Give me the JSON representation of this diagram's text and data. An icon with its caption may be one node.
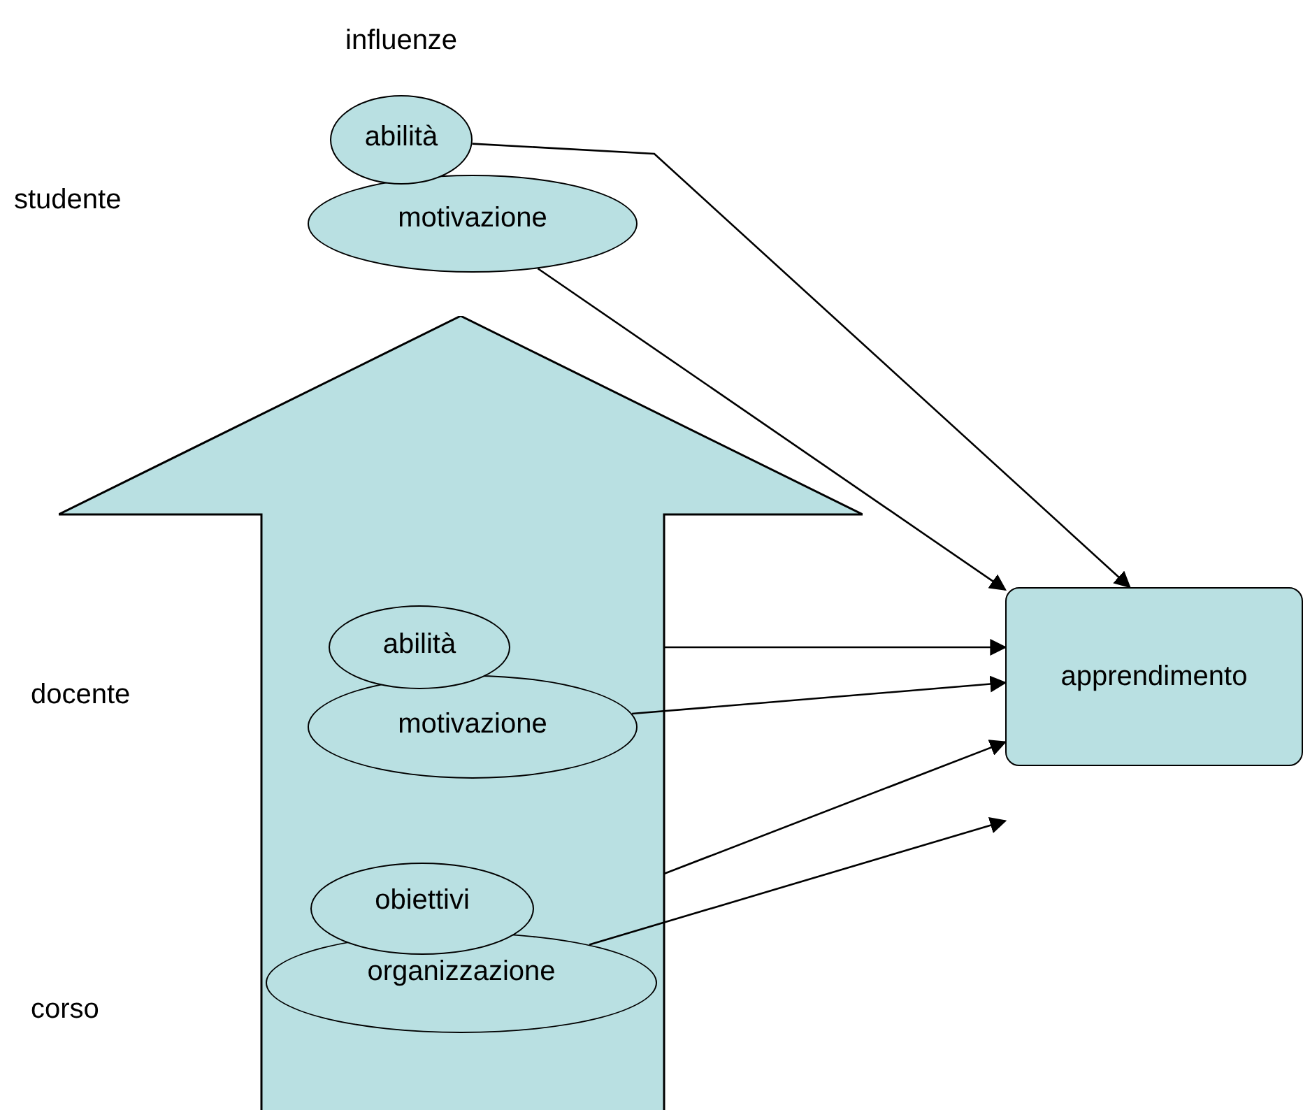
{
  "diagram": {
    "nodes": [
      {
        "text": [
          "abilità"
        ]
      },
      {
        "text": [
          "motivazione"
        ]
      },
      {
        "text": [],
        "shape": "arrow"
      },
      {
        "text": [
          "abilità"
        ],
        "in": 2
      },
      {
        "text": [
          "motivazione"
        ],
        "in": 2
      },
      {
        "text": [
          "obiettivi"
        ],
        "in": 2
      },
      {
        "text": [
          "organizzazione"
        ],
        "in": 2
      },
      {
        "text": [
          "apprendimento"
        ]
      }
    ],
    "edges": [
      {
        "from": 0,
        "to": 7,
        "arrow": "to"
      },
      {
        "from": 1,
        "to": 7,
        "arrow": "to"
      },
      {
        "from": 2,
        "to": 7,
        "arrow": "to"
      },
      {
        "from": 4,
        "to": 7,
        "arrow": "to"
      },
      {
        "from": 2,
        "to": 7,
        "arrow": "to"
      },
      {
        "from": 6,
        "to": 7,
        "arrow": "to"
      }
    ],
    "labels": [
      "influenze",
      "studente",
      "docente",
      "corso"
    ]
  }
}
